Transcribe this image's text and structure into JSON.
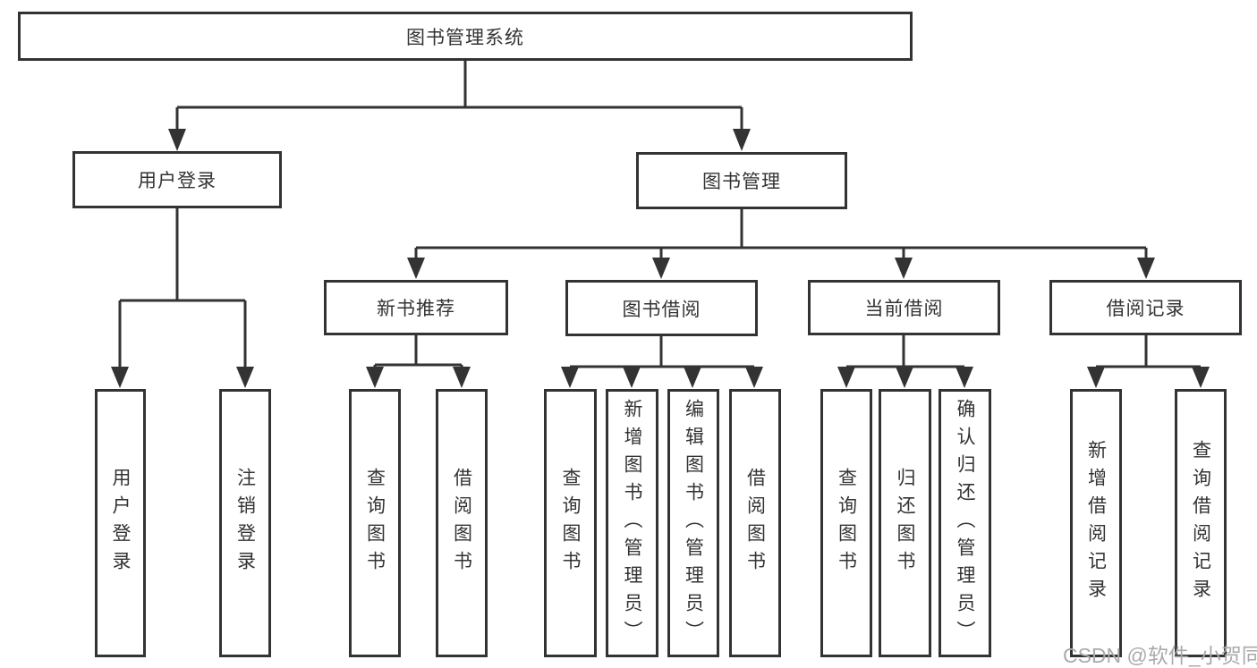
{
  "diagram": {
    "title_node": "图书管理系统",
    "branches": [
      {
        "label": "用户登录"
      },
      {
        "label": "图书管理"
      }
    ],
    "modules": [
      {
        "label": "新书推荐"
      },
      {
        "label": "图书借阅"
      },
      {
        "label": "当前借阅"
      },
      {
        "label": "借阅记录"
      }
    ],
    "functions": [
      {
        "label": "用户登录"
      },
      {
        "label": "注销登录"
      },
      {
        "label": "查询图书"
      },
      {
        "label": "借阅图书"
      },
      {
        "label": "查询图书"
      },
      {
        "label": "新增图书（管理员）"
      },
      {
        "label": "编辑图书（管理员）"
      },
      {
        "label": "借阅图书"
      },
      {
        "label": "查询图书"
      },
      {
        "label": "归还图书"
      },
      {
        "label": "确认归还（管理员）"
      },
      {
        "label": "新增借阅记录"
      },
      {
        "label": "查询借阅记录"
      }
    ]
  },
  "watermark": "CSDN @软件_小贺同学",
  "colors": {
    "line": "#333333",
    "box_border": "#333333",
    "box_fill": "#ffffff",
    "text": "#333333",
    "watermark": "#aaaaaa",
    "background": "#ffffff"
  }
}
